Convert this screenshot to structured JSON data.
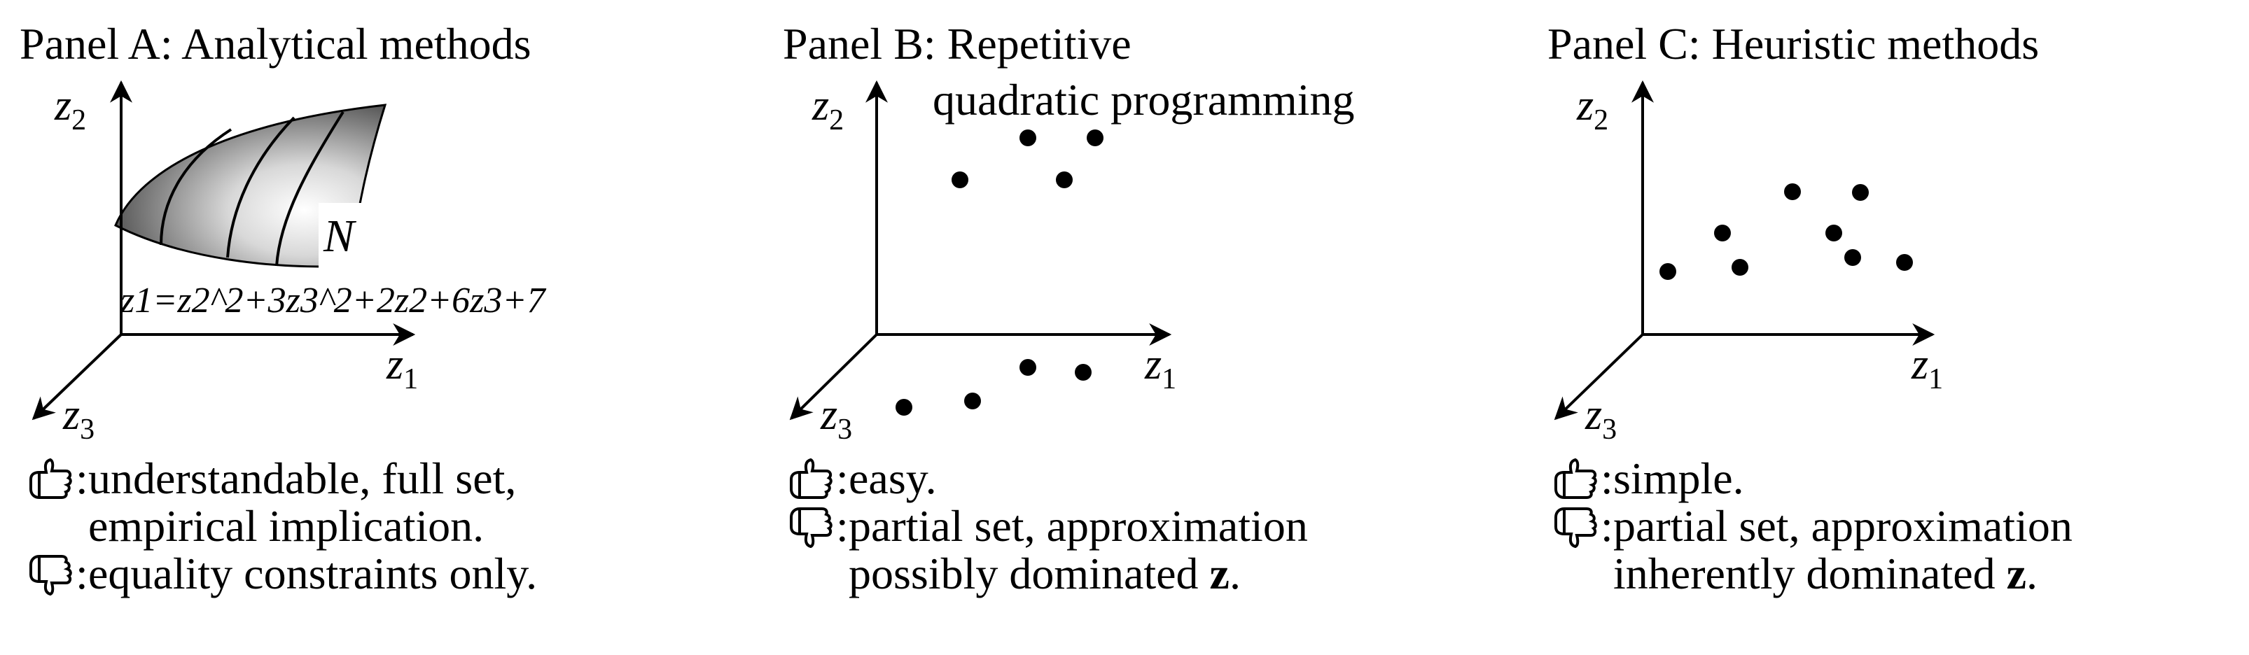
{
  "panels": [
    {
      "title": "Panel A: Analytical methods",
      "axes": {
        "z2": "z",
        "z2_sub": "2",
        "z1": "z",
        "z1_sub": "1",
        "z3": "z",
        "z3_sub": "3"
      },
      "surface_label": "N",
      "equation": "z1=z2^2+3z3^2+2z2+6z3+7",
      "pros": [
        "understandable, full set,",
        "empirical implication."
      ],
      "cons": [
        "equality constraints only."
      ]
    },
    {
      "title_line1": "Panel B: Repetitive",
      "title_line2": "quadratic programming",
      "axes": {
        "z2": "z",
        "z2_sub": "2",
        "z1": "z",
        "z1_sub": "1",
        "z3": "z",
        "z3_sub": "3"
      },
      "pros": [
        "easy."
      ],
      "cons_line1": "partial set, approximation",
      "cons_line2_prefix": "possibly dominated ",
      "cons_line2_bold": "z",
      "cons_line2_suffix": "."
    },
    {
      "title": "Panel C: Heuristic methods",
      "axes": {
        "z2": "z",
        "z2_sub": "2",
        "z1": "z",
        "z1_sub": "1",
        "z3": "z",
        "z3_sub": "3"
      },
      "pros": [
        "simple."
      ],
      "cons_line1": "partial set, approximation",
      "cons_line2_prefix": "inherently dominated ",
      "cons_line2_bold": "z",
      "cons_line2_suffix": "."
    }
  ],
  "icons": {
    "pro": "thumbs-up-icon",
    "con": "thumbs-down-icon"
  }
}
